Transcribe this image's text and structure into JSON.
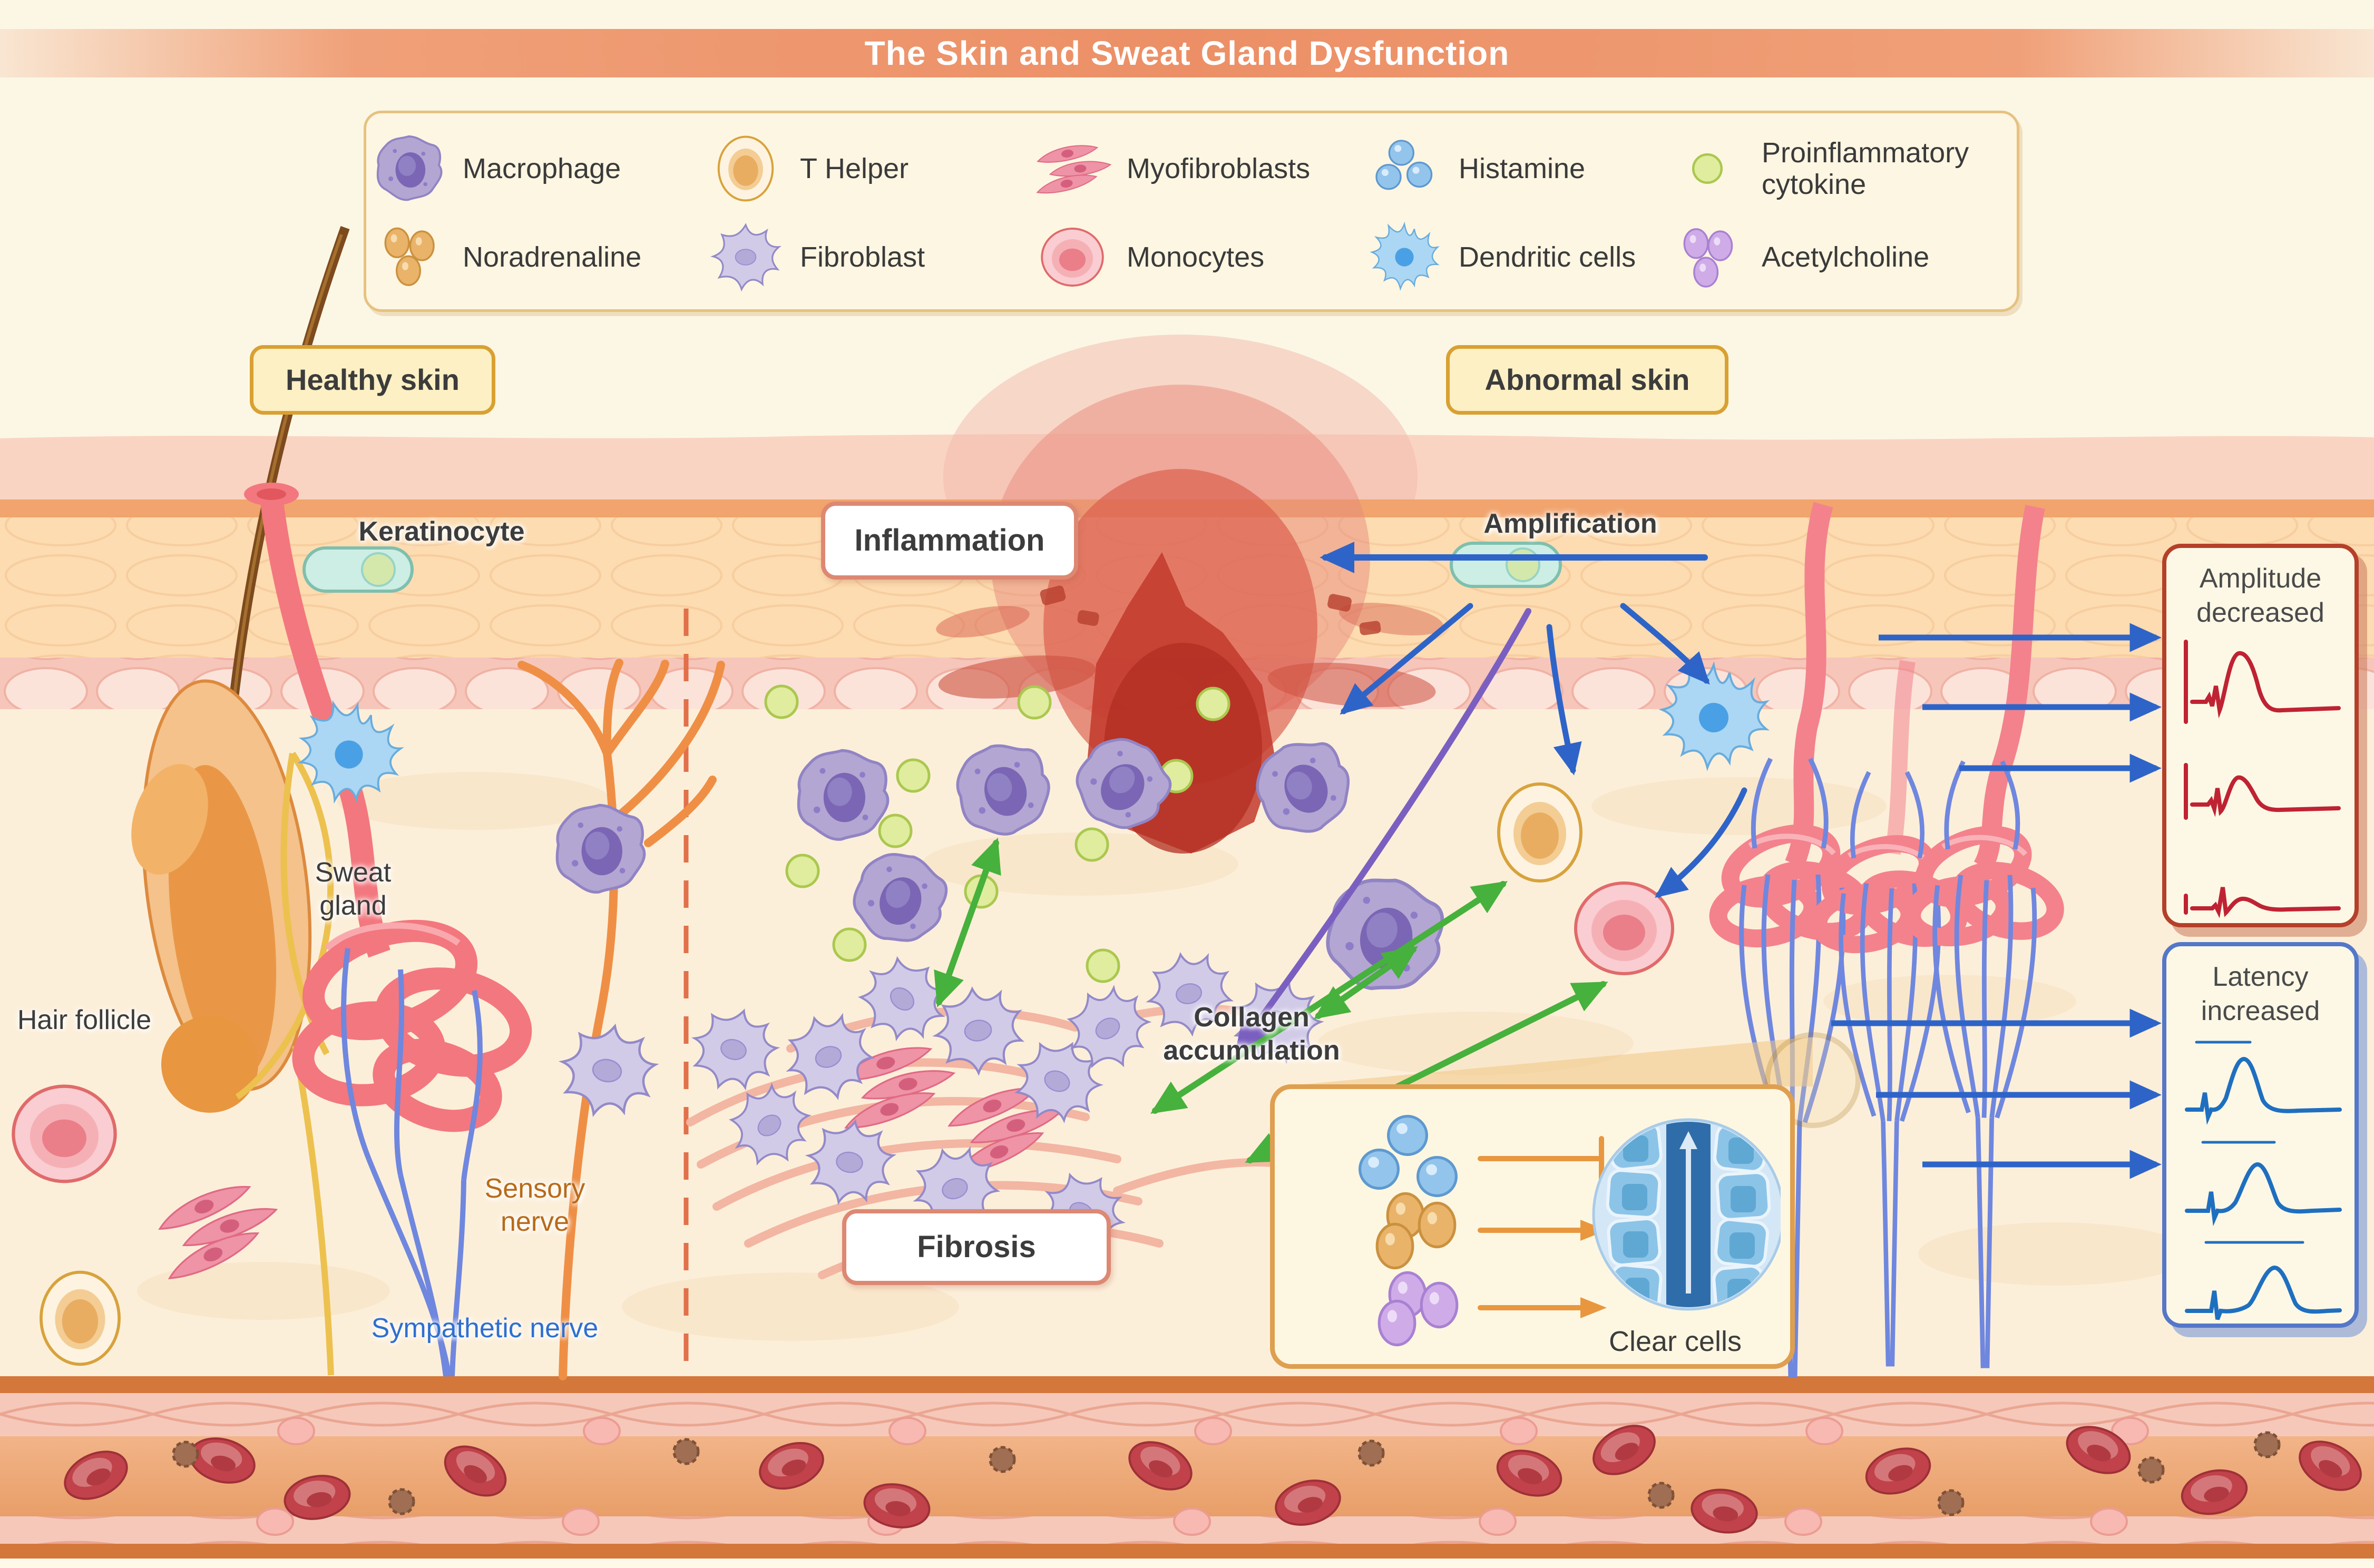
{
  "title": "The Skin and Sweat Gland Dysfunction",
  "legend": {
    "items": [
      {
        "id": "macrophage",
        "label": "Macrophage"
      },
      {
        "id": "t-helper",
        "label": "T Helper"
      },
      {
        "id": "myofibroblasts",
        "label": "Myofibroblasts"
      },
      {
        "id": "histamine",
        "label": "Histamine"
      },
      {
        "id": "proinflammatory-cytokine",
        "label": "Proinflammatory cytokine"
      },
      {
        "id": "noradrenaline",
        "label": "Noradrenaline"
      },
      {
        "id": "fibroblast",
        "label": "Fibroblast"
      },
      {
        "id": "monocytes",
        "label": "Monocytes"
      },
      {
        "id": "dendritic-cells",
        "label": "Dendritic cells"
      },
      {
        "id": "acetylcholine",
        "label": "Acetylcholine"
      }
    ]
  },
  "sections": {
    "healthy": "Healthy skin",
    "abnormal": "Abnormal skin"
  },
  "labels": {
    "keratinocyte": "Keratinocyte",
    "inflammation": "Inflammation",
    "amplification": "Amplification",
    "sweat_gland": "Sweat gland",
    "hair_follicle": "Hair follicle",
    "sensory_nerve": "Sensory nerve",
    "sympathetic_nerve": "Sympathetic nerve",
    "collagen_accumulation": "Collagen accumulation",
    "fibrosis": "Fibrosis",
    "clear_cells": "Clear cells",
    "amplitude_decreased": "Amplitude decreased",
    "latency_increased": "Latency increased"
  },
  "colors": {
    "banner": "#ec8f66",
    "badge_bg": "#fcf0c4",
    "badge_border": "#d9a032",
    "amplitude_trace": "#bf2333",
    "latency_trace": "#1f6fc0",
    "arrow_blue": "#2e64c8",
    "arrow_green": "#46b13c",
    "arrow_purple": "#7b5fc0",
    "arrow_orange": "#e8973f",
    "sensory_nerve_text": "#b96a1a",
    "sympathetic_nerve_text": "#2f6fd0"
  }
}
